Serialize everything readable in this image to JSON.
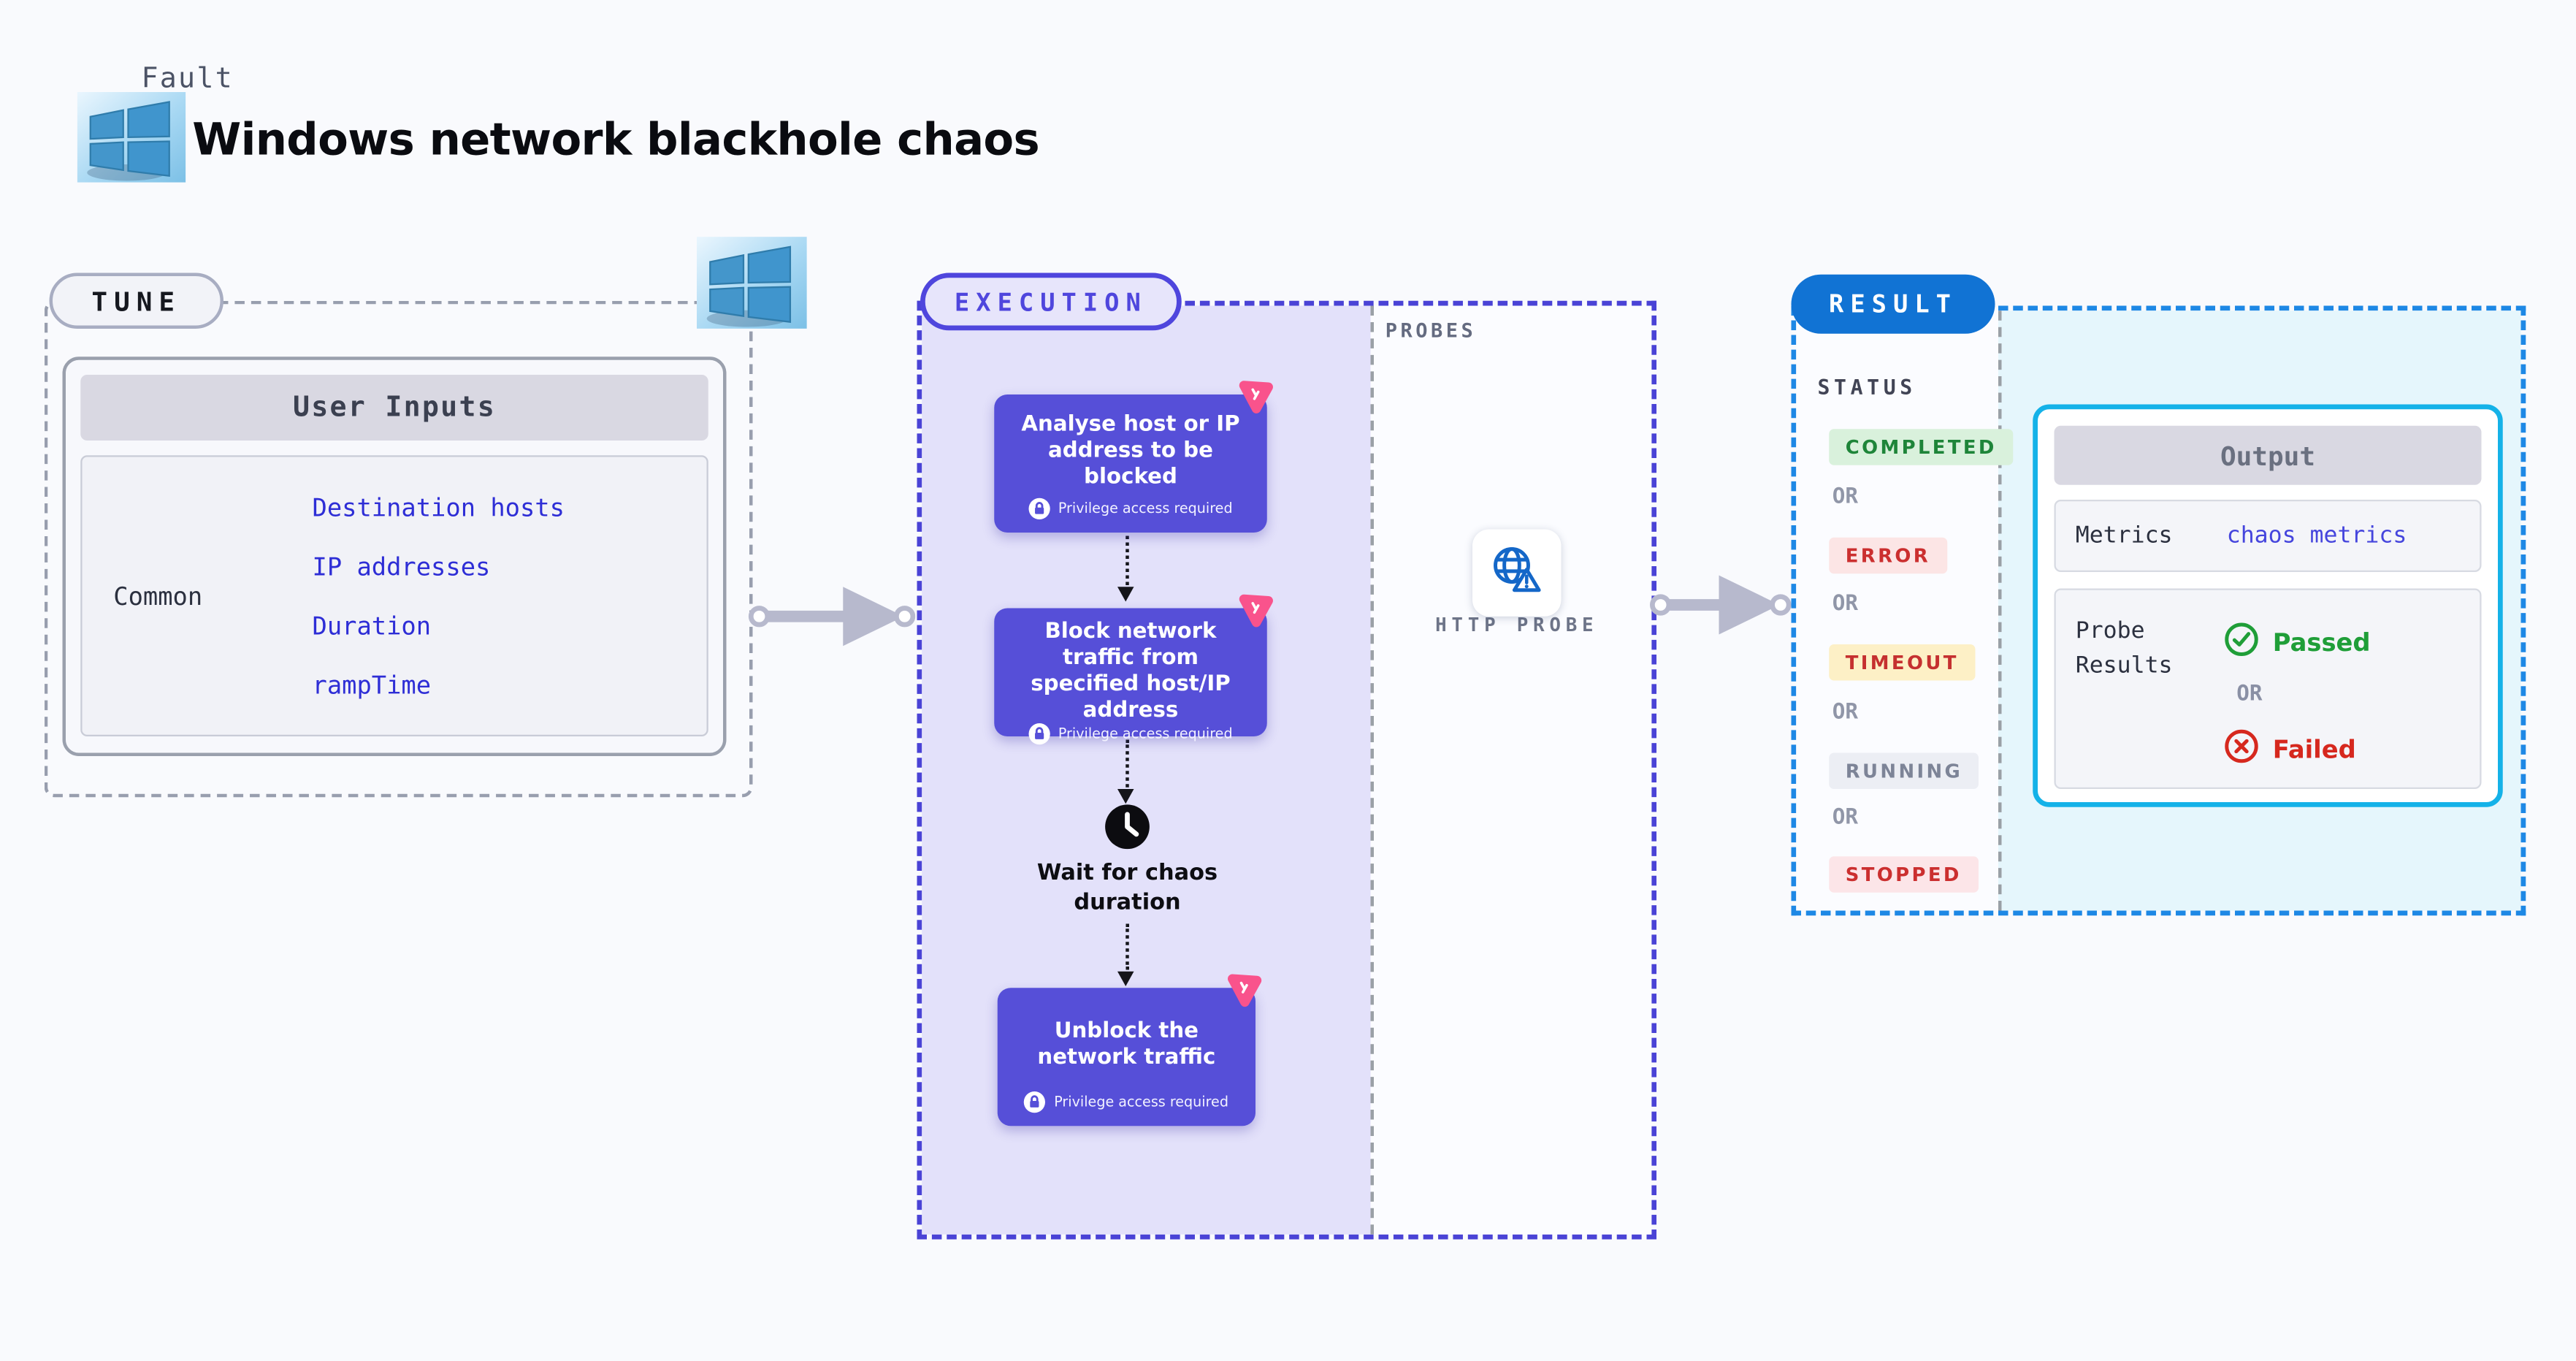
{
  "header": {
    "eyebrow": "Fault",
    "title": "Windows network blackhole chaos",
    "logo_icon": "windows-logo"
  },
  "tune": {
    "label": "TUNE",
    "table": {
      "header": "User Inputs",
      "row_label": "Common",
      "links": [
        "Destination hosts",
        "IP addresses",
        "Duration",
        "rampTime"
      ]
    }
  },
  "execution": {
    "label": "EXECUTION",
    "probes_label": "PROBES",
    "steps": [
      {
        "title": "Analyse host or IP address to be blocked",
        "badge": "Privilege access required",
        "corner_icon": "chaos-pinwheel-icon",
        "badge_icon": "lock-icon"
      },
      {
        "title": "Block network traffic from specified host/IP address",
        "badge": "Privilege access required",
        "corner_icon": "chaos-pinwheel-icon",
        "badge_icon": "lock-icon"
      },
      {
        "title": "Unblock the network traffic",
        "badge": "Privilege access required",
        "corner_icon": "chaos-pinwheel-icon",
        "badge_icon": "lock-icon"
      }
    ],
    "wait_label": "Wait for chaos duration",
    "wait_icon": "clock-icon",
    "probe": {
      "name": "HTTP PROBE",
      "icon": "globe-alert-icon"
    }
  },
  "result": {
    "label": "RESULT",
    "status_label": "STATUS",
    "or_label": "OR",
    "statuses": [
      {
        "label": "COMPLETED",
        "bg": "#d9f1dc",
        "fg": "#1e8539"
      },
      {
        "label": "ERROR",
        "bg": "#fce5e5",
        "fg": "#cb2f2f"
      },
      {
        "label": "TIMEOUT",
        "bg": "#fdf0c6",
        "fg": "#c53030"
      },
      {
        "label": "RUNNING",
        "bg": "#eceef4",
        "fg": "#7d8497"
      },
      {
        "label": "STOPPED",
        "bg": "#fce5e8",
        "fg": "#cb2f2f"
      }
    ],
    "output": {
      "header": "Output",
      "metrics_label": "Metrics",
      "metrics_value": "chaos metrics",
      "probe_results_label": "Probe Results",
      "passed": "Passed",
      "failed": "Failed",
      "passed_icon": "check-circle-icon",
      "failed_icon": "x-circle-icon"
    }
  },
  "colors": {
    "background": "#f9fafd",
    "tune_dash": "#989eae",
    "execution_accent": "#4f46dd",
    "execution_bg": "#e3e1fa",
    "step_card": "#564fd8",
    "chaos_pink": "#f9538c",
    "result_pill": "#1173d4",
    "result_dash": "#1e88e5",
    "result_bg": "#e5f6fc",
    "output_border": "#14b2e8",
    "link_blue": "#2e2ed6",
    "passed_green": "#1f9e38",
    "failed_red": "#d6281e",
    "probe_icon_blue": "#1467c8"
  }
}
